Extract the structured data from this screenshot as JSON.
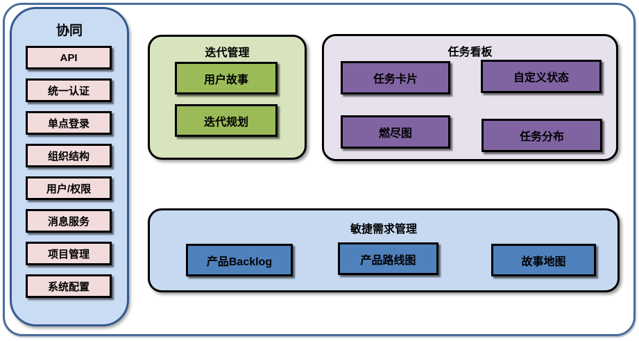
{
  "sidebar": {
    "title": "协同",
    "items": [
      "API",
      "统一认证",
      "单点登录",
      "组织结构",
      "用户/权限",
      "消息服务",
      "项目管理",
      "系统配置"
    ]
  },
  "groups": {
    "iteration": {
      "title": "迭代管理",
      "items": [
        "用户故事",
        "迭代规划"
      ]
    },
    "taskboard": {
      "title": "任务看板",
      "items": [
        "任务卡片",
        "自定义状态",
        "燃尽图",
        "任务分布"
      ]
    },
    "agile": {
      "title": "敏捷需求管理",
      "items": [
        "产品Backlog",
        "产品路线图",
        "故事地图"
      ]
    }
  },
  "colors": {
    "frame_border": "#4b6d9b",
    "sidebar_fill": "#c9dcf4",
    "sidebar_border": "#36598c",
    "sidebar_item_fill": "#f2dcdb",
    "iteration_fill": "#d8e4bd",
    "iteration_item_fill": "#9bbb59",
    "taskboard_fill": "#e6e1ed",
    "taskboard_item_fill": "#8064a2",
    "agile_fill": "#c7d9f1",
    "agile_item_fill": "#4f81bd",
    "item_border": "#000000"
  }
}
